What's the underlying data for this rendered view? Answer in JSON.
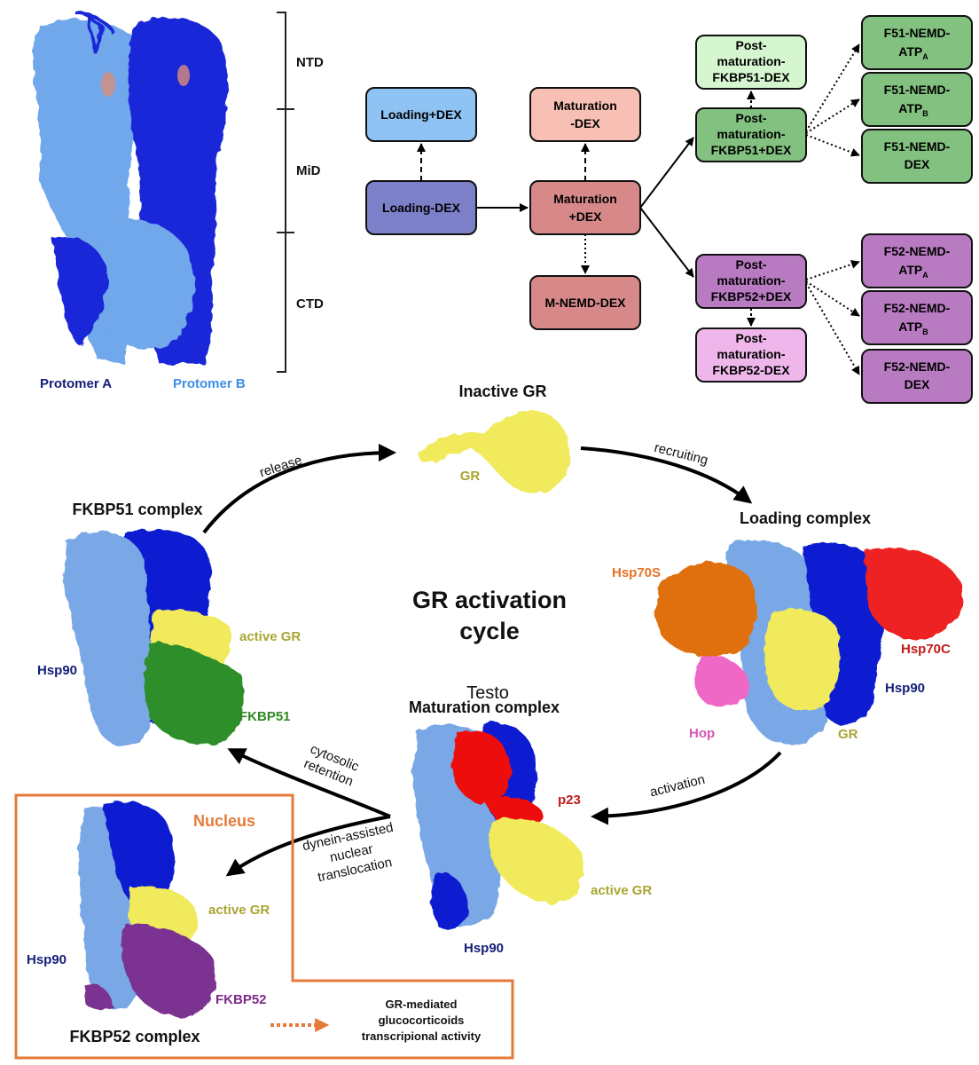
{
  "structure": {
    "domains": [
      "NTD",
      "MiD",
      "CTD"
    ],
    "protomer_a": "Protomer A",
    "protomer_b": "Protomer B"
  },
  "flowchart": {
    "loading_plus_dex": "Loading+DEX",
    "loading_minus_dex": "Loading-DEX",
    "maturation_minus_dex": [
      "Maturation",
      "-DEX"
    ],
    "maturation_plus_dex": [
      "Maturation",
      "+DEX"
    ],
    "m_nemd_dex": "M-NEMD-DEX",
    "post_fkbp51_minus": [
      "Post-",
      "maturation-",
      "FKBP51-DEX"
    ],
    "post_fkbp51_plus": [
      "Post-",
      "maturation-",
      "FKBP51+DEX"
    ],
    "post_fkbp52_plus": [
      "Post-",
      "maturation-",
      "FKBP52+DEX"
    ],
    "post_fkbp52_minus": [
      "Post-",
      "maturation-",
      "FKBP52-DEX"
    ],
    "f51_atp_a": [
      "F51-NEMD-",
      "ATP",
      "A"
    ],
    "f51_atp_b": [
      "F51-NEMD-",
      "ATP",
      "B"
    ],
    "f51_dex": [
      "F51-NEMD-",
      "DEX"
    ],
    "f52_atp_a": [
      "F52-NEMD-",
      "ATP",
      "A"
    ],
    "f52_atp_b": [
      "F52-NEMD-",
      "ATP",
      "B"
    ],
    "f52_dex": [
      "F52-NEMD-",
      "DEX"
    ]
  },
  "cycle": {
    "title": [
      "GR activation",
      "cycle"
    ],
    "inactive_gr": "Inactive GR",
    "gr": "GR",
    "release": "release",
    "recruiting": "recruiting",
    "activation": "activation",
    "cytosolic_retention": [
      "cytosolic",
      "retention"
    ],
    "dynein": [
      "dynein-assisted",
      "nuclear",
      "translocation"
    ],
    "loading_complex": "Loading complex",
    "maturation_complex": "Maturation complex",
    "testo": "Testo",
    "fkbp51_complex": "FKBP51 complex",
    "fkbp52_complex": "FKBP52 complex",
    "nucleus": "Nucleus",
    "hsp70s": "Hsp70S",
    "hsp70c": "Hsp70C",
    "hop": "Hop",
    "hsp90": "Hsp90",
    "p23": "p23",
    "active_gr": "active GR",
    "fkbp51": "FKBP51",
    "fkbp52": "FKBP52",
    "gr_mediated": [
      "GR-mediated",
      "glucocorticoids",
      "transcripional activity"
    ]
  },
  "colors": {
    "protomer_a": "#0a1fd6",
    "protomer_b": "#6aa3ea",
    "hsp90_dark": "#0b1bd0",
    "hsp90_light": "#7aa8e6",
    "gr_yellow": "#f0ea5c",
    "hsp70s_orange": "#e0700f",
    "hsp70c_red": "#ee2222",
    "hop_pink": "#ef67c6",
    "p23_red": "#ee1111",
    "fkbp51_green": "#2e8f2a",
    "fkbp52_purple": "#7b3290",
    "nucleus_box": "#e57a3a",
    "label_navy": "#14207a",
    "label_gr": "#a9a533",
    "label_fkbp51": "#2f8a22",
    "label_fkbp52": "#7b2a86",
    "label_hsp70s": "#e47328",
    "label_hsp70c": "#c21a1a",
    "label_hop": "#d457b4",
    "label_p23": "#c21a1a",
    "box_loading_plus": "#8ec3f4",
    "box_loading_minus": "#7b80c8",
    "box_maturation_minus": "#f8c0b5",
    "box_maturation_plus": "#d7898a",
    "box_green_light": "#d6f6cf",
    "box_green": "#82c17f",
    "box_purple": "#b87bc2",
    "box_pink": "#eeb6ea"
  }
}
